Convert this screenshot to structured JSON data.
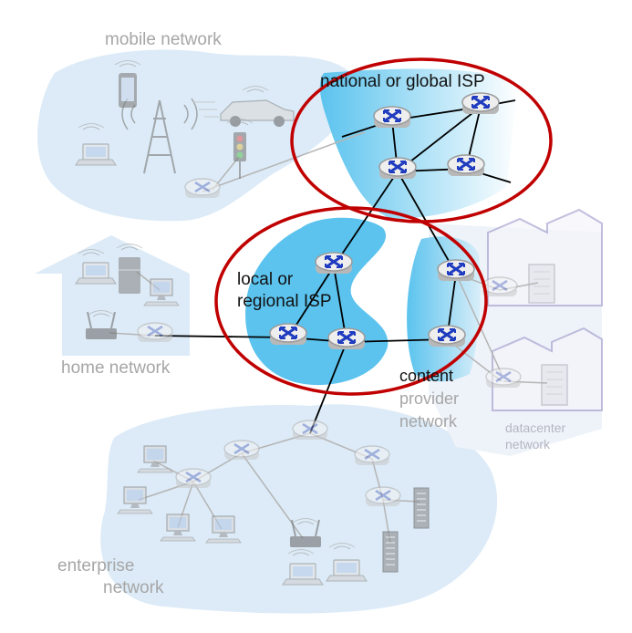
{
  "labels": {
    "mobile_network": "mobile network",
    "national_isp": "national or global ISP",
    "local_isp_line1": "local or",
    "local_isp_line2": "regional ISP",
    "home_network": "home network",
    "content_line1": "content",
    "content_line2": "provider",
    "content_line3": "network",
    "datacenter_line1": "datacenter",
    "datacenter_line2": "network",
    "enterprise_line1": "enterprise",
    "enterprise_line2": "network"
  },
  "colors": {
    "region_fill": "#dcebf7",
    "isp_fill": "#5bc3ee",
    "highlight_ring": "#c00000",
    "router_body": "#eeeeee",
    "router_arrow": "#1f3bbf",
    "link": "#000000",
    "faded_label": "#a6a6a6"
  },
  "icons": {
    "router": "router-icon",
    "cell_tower": "cell-tower-icon",
    "phone": "smartphone-icon",
    "car": "car-icon",
    "traffic_light": "traffic-light-icon",
    "laptop": "laptop-icon",
    "desktop": "desktop-computer-icon",
    "fridge": "refrigerator-icon",
    "wifi_access_point": "wifi-access-point-icon",
    "server": "server-rack-icon",
    "datacenter_building": "datacenter-building-icon",
    "house": "house-icon"
  }
}
